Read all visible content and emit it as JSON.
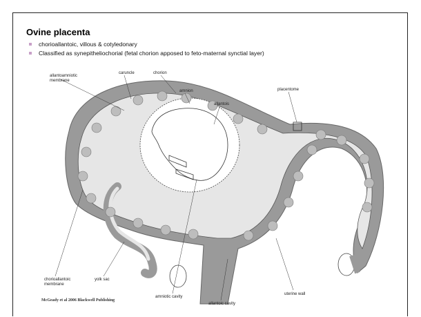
{
  "title": "Ovine placenta",
  "bullets": [
    "chorioallantoic, villous & cotyledonary",
    "Classified as synepitheliochorial (fetal chorion apposed to feto-maternal synctial layer)"
  ],
  "labels": {
    "allantoamniotic_line1": "allantoamniotic",
    "allantoamniotic_line2": "membrane",
    "caruncle": "caruncle",
    "chorion": "chorion",
    "amnion": "amnion",
    "allantois": "allantois",
    "placentome": "placentome",
    "chorioallantoic_line1": "chorioallantoic",
    "chorioallantoic_line2": "membrane",
    "yolk_sac": "yolk sac",
    "amniotic_cavity": "amniotic cavity",
    "allantoic_cavity": "allantoic cavity",
    "uterine_wall": "uterine wall"
  },
  "credit": "McGeady et al 2006 Blackwell Publishing",
  "colors": {
    "uterine_wall": "#9a9a9a",
    "cavity": "#e6e6e6",
    "cotyledon": "#bdbdbd",
    "bullet": "#c8a0c8"
  }
}
